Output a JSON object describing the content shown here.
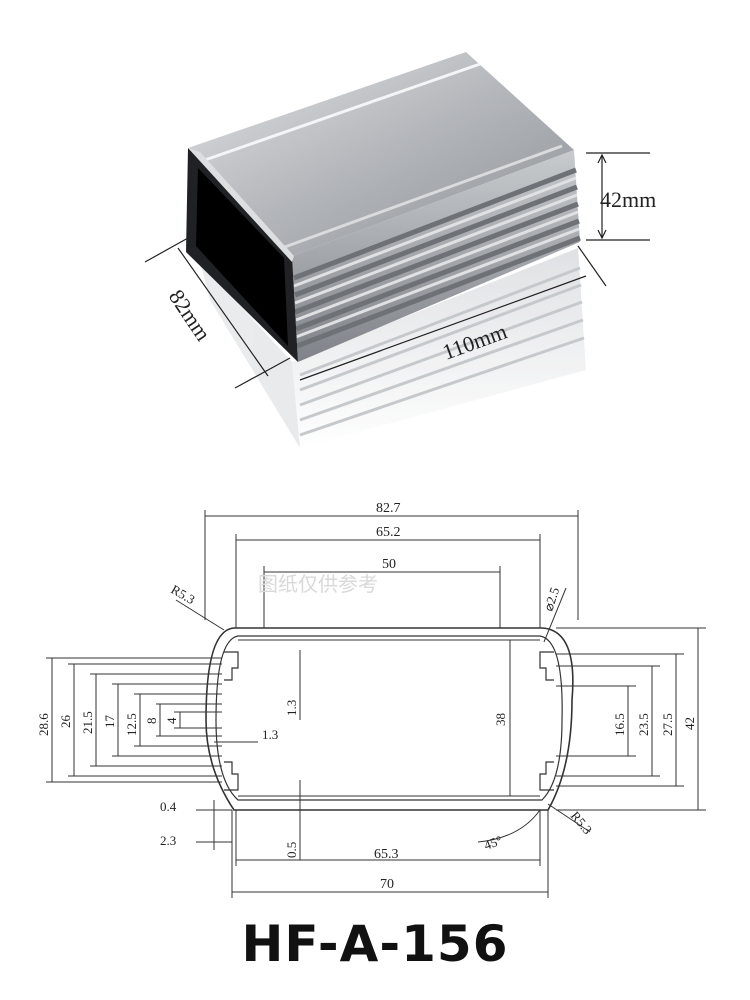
{
  "product": {
    "model": "HF-A-156",
    "photo_dims": {
      "height": "42mm",
      "depth": "82mm",
      "length": "110mm"
    }
  },
  "drawing": {
    "watermark": "图纸仅供参考",
    "top": {
      "overall_width": "82.7",
      "width_2": "65.2",
      "width_3": "50"
    },
    "bottom": {
      "inner_width": "65.3",
      "outer_width": "70",
      "wall_t": "0.5",
      "angle": "45°"
    },
    "corners": {
      "radius_top_left": "R5.3",
      "radius_bottom_right": "R5.3",
      "hole_dia": "⌀2.5"
    },
    "left": {
      "h_28_6": "28.6",
      "h_26": "26",
      "h_21_5": "21.5",
      "h_17": "17",
      "h_12_5": "12.5",
      "h_8": "8",
      "h_4": "4",
      "slot_1_3_v": "1.3",
      "slot_1_3_h": "1.3",
      "offset_0_4": "0.4",
      "offset_2_3": "2.3"
    },
    "center": {
      "inner_height": "38"
    },
    "right": {
      "h_16_5": "16.5",
      "h_23_5": "23.5",
      "h_27_5": "27.5",
      "h_42": "42"
    }
  }
}
